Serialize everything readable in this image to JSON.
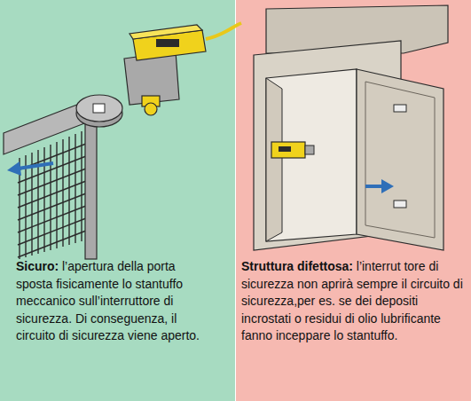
{
  "diagram": {
    "nodes": [
      {
        "text": [
          "Sicuro:",
          "l’apertura della porta sposta fisicamente lo stantuffo meccanico sull’interruttore di sicurezza. Di conseguenza, il circuito di sicurezza viene aperto."
        ]
      },
      {
        "text": [
          "Struttura difettosa:",
          "l’interrut tore di sicurezza non aprirà sempre il circuito di sicurezza,per es. se dei depositi incrostati o residui di olio lubrificante fanno inceppare lo stantuffo."
        ]
      }
    ]
  }
}
